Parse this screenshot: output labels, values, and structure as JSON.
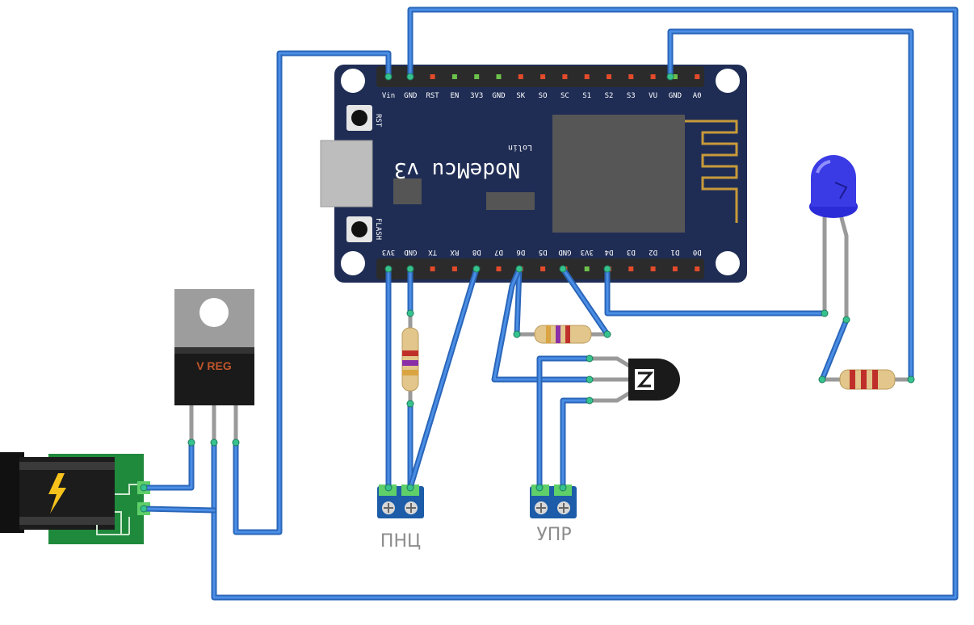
{
  "board": {
    "name": "NodeMcu v3",
    "brand": "Lolin",
    "rst_label": "RST",
    "flash_label": "FLASH",
    "top_pins": [
      "Vin",
      "GND",
      "RST",
      "EN",
      "3V3",
      "GND",
      "SK",
      "SO",
      "SC",
      "S1",
      "S2",
      "S3",
      "VU",
      "GND",
      "A0"
    ],
    "bottom_pins": [
      "3V3",
      "GND",
      "TX",
      "RX",
      "D8",
      "D7",
      "D6",
      "D5",
      "GND",
      "3V3",
      "D4",
      "D3",
      "D2",
      "D1",
      "D0"
    ],
    "colors": {
      "pcb": "#1f2d55",
      "header": "#2b2b2b",
      "pin_red": "#e34b2b",
      "pin_green": "#6cc24a"
    }
  },
  "regulator": {
    "label": "V REG"
  },
  "terminals": [
    {
      "label": "ПНЦ"
    },
    {
      "label": "УПР"
    }
  ],
  "icons": {
    "power_jack": "lightning-icon",
    "led": "led-icon",
    "transistor": "transistor-icon"
  },
  "colors": {
    "wire": "#2a66b8",
    "wire_highlight": "#4b8ee6",
    "node": "#36c28f",
    "label_gray": "#8c8c8c"
  }
}
